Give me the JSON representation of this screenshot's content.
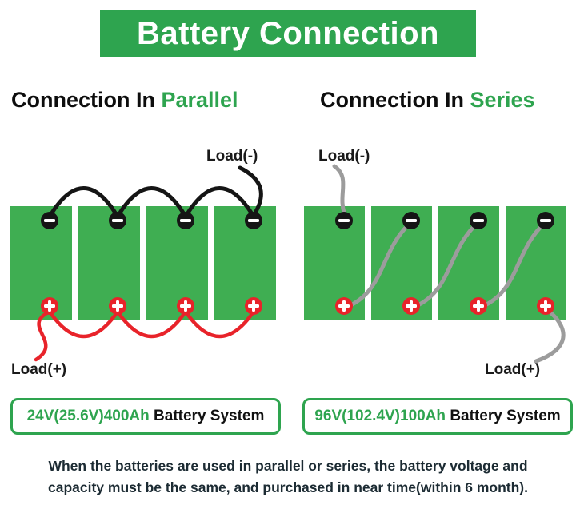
{
  "header": {
    "title": "Battery Connection"
  },
  "parallel": {
    "title_prefix": "Connection In ",
    "title_accent": "Parallel",
    "load_negative": "Load(-)",
    "load_positive": "Load(+)",
    "badge_spec": "24V(25.6V)400Ah",
    "badge_rest": " Battery System"
  },
  "series": {
    "title_prefix": "Connection In ",
    "title_accent": "Series",
    "load_negative": "Load(-)",
    "load_positive": "Load(+)",
    "badge_spec": "96V(102.4V)100Ah",
    "badge_rest": " Battery System"
  },
  "footer": {
    "line1": "When the batteries are used in parallel or series, the battery voltage and",
    "line2": "capacity must be the same, and purchased in near time(within 6 month)."
  },
  "colors": {
    "header_green": "#2ea44f",
    "accent_green": "#2ea44f",
    "battery_green": "#3fae52",
    "wire_red": "#e8232a",
    "wire_gray": "#9c9c9c",
    "text_dark": "#1c2b33"
  }
}
